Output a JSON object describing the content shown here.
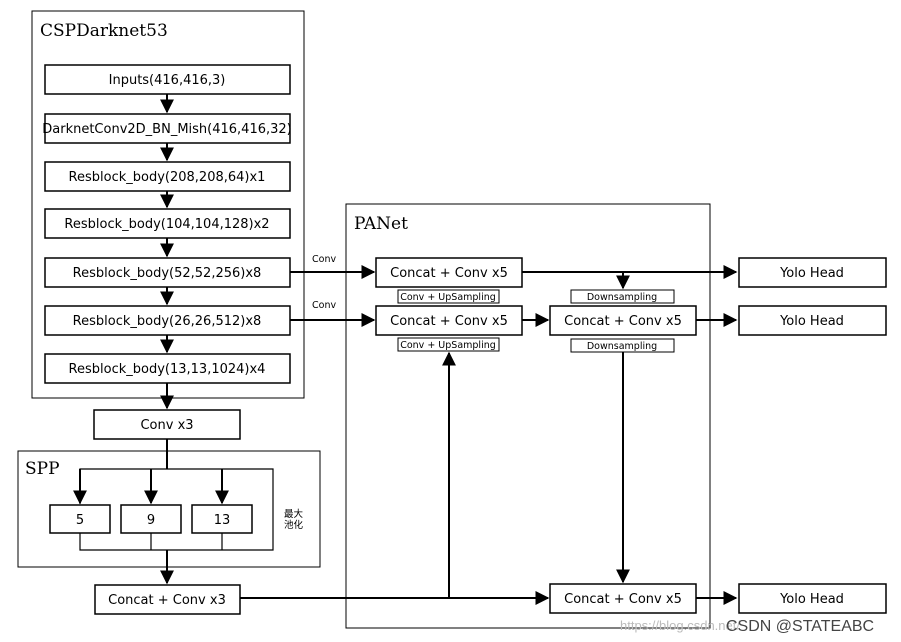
{
  "groups": {
    "backbone": "CSPDarknet53",
    "neck": "PANet",
    "spp": "SPP"
  },
  "backbone": {
    "inputs": "Inputs(416,416,3)",
    "conv": "DarknetConv2D_BN_Mish(416,416,32)",
    "res1": "Resblock_body(208,208,64)x1",
    "res2": "Resblock_body(104,104,128)x2",
    "res3": "Resblock_body(52,52,256)x8",
    "res4": "Resblock_body(26,26,512)x8",
    "res5": "Resblock_body(13,13,1024)x4"
  },
  "spp": {
    "conv_in": "Conv x3",
    "pool5": "5",
    "pool9": "9",
    "pool13": "13",
    "pool_label_1": "最大",
    "pool_label_2": "池化",
    "concat_out": "Concat + Conv x3"
  },
  "panet": {
    "conv_label_top": "Conv",
    "conv_label_mid": "Conv",
    "concat_top": "Concat + Conv x5",
    "concat_mid_left": "Concat + Conv x5",
    "concat_mid_right": "Concat + Conv x5",
    "concat_bottom": "Concat + Conv x5",
    "upsample_1": "Conv + UpSampling",
    "upsample_2": "Conv + UpSampling",
    "downsample_1": "Downsampling",
    "downsample_2": "Downsampling"
  },
  "heads": {
    "head1": "Yolo Head",
    "head2": "Yolo Head",
    "head3": "Yolo Head"
  },
  "watermark": {
    "faint": "https://blog.csdn.net/",
    "main": "CSDN @STATEABC"
  }
}
